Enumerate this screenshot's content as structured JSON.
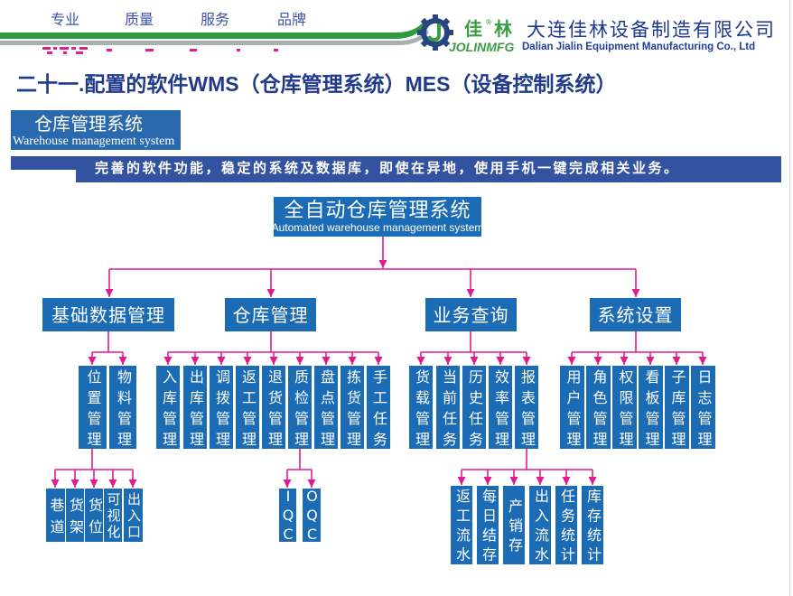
{
  "header": {
    "nav": [
      {
        "label": "专业"
      },
      {
        "label": "质量"
      },
      {
        "label": "服务"
      },
      {
        "label": "品牌"
      }
    ],
    "brand_cn_1": "佳",
    "brand_mark": "®",
    "brand_cn_2": "林",
    "company_cn": "大连佳林设备制造有限公司",
    "brand_en": "JOLINMFG",
    "company_en": "Dalian Jialin Equipment Manufacturing Co., Ltd"
  },
  "title": "二十一.配置的软件WMS（仓库管理系统）MES（设备控制系统）",
  "section": {
    "title_cn": "仓库管理系统",
    "title_en": "Warehouse management system"
  },
  "banner": "完善的软件功能，稳定的系统及数据库，即使在异地，使用手机一键完成相关业务。",
  "diagram": {
    "root": {
      "label_cn": "全自动仓库管理系统",
      "label_en": "Automated warehouse management system"
    },
    "branches": [
      {
        "label": "基础数据管理",
        "children": [
          {
            "label": "位置管理",
            "children": [
              {
                "label": "巷道"
              },
              {
                "label": "货架"
              },
              {
                "label": "货位"
              },
              {
                "label": "可视化"
              },
              {
                "label": "出入口"
              }
            ]
          },
          {
            "label": "物料管理"
          }
        ]
      },
      {
        "label": "仓库管理",
        "children": [
          {
            "label": "入库管理"
          },
          {
            "label": "出库管理"
          },
          {
            "label": "调拨管理"
          },
          {
            "label": "返工管理"
          },
          {
            "label": "退货管理"
          },
          {
            "label": "质检管理",
            "children": [
              {
                "label": "IQC"
              },
              {
                "label": "OQC"
              }
            ]
          },
          {
            "label": "盘点管理"
          },
          {
            "label": "拣货管理"
          },
          {
            "label": "手工任务"
          }
        ]
      },
      {
        "label": "业务查询",
        "children": [
          {
            "label": "货载管理"
          },
          {
            "label": "当前任务"
          },
          {
            "label": "历史任务"
          },
          {
            "label": "效率管理"
          },
          {
            "label": "报表管理",
            "children": [
              {
                "label": "返工流水"
              },
              {
                "label": "每日结存"
              },
              {
                "label": "产销存"
              },
              {
                "label": "出入流水"
              },
              {
                "label": "任务统计"
              },
              {
                "label": "库存统计"
              }
            ]
          }
        ]
      },
      {
        "label": "系统设置",
        "children": [
          {
            "label": "用户管理"
          },
          {
            "label": "角色管理"
          },
          {
            "label": "权限管理"
          },
          {
            "label": "看板管理"
          },
          {
            "label": "子库管理"
          },
          {
            "label": "日志管理"
          }
        ]
      }
    ]
  },
  "colors": {
    "node_blue": "#1b6cb5",
    "section_blue": "#2a69ae",
    "banner_blue": "#33529f",
    "connector_magenta": "#e21c8c",
    "title_navy": "#203a8c",
    "brand_green": "#3a9d46",
    "nav_blue": "#3c54a5"
  },
  "icons": {
    "logo": "gear-logo-icon"
  }
}
